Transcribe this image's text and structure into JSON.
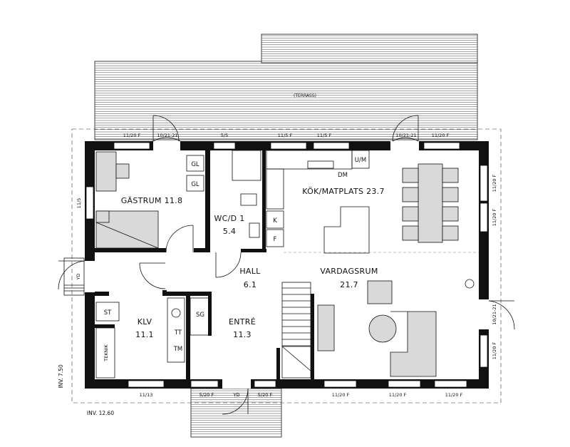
{
  "terrace": {
    "label": "(TERRASS)"
  },
  "rooms": {
    "gastrum": {
      "name": "GÄSTRUM 11.8"
    },
    "wc": {
      "name": "WC/D 1",
      "area": "5.4"
    },
    "kok": {
      "name": "KÖK/MATPLATS 23.7"
    },
    "hall": {
      "name": "HALL",
      "area": "6.1"
    },
    "vardagsrum": {
      "name": "VARDAGSRUM",
      "area": "21.7"
    },
    "klv": {
      "name": "KLV",
      "area": "11.1"
    },
    "entre": {
      "name": "ENTRÉ",
      "area": "11.3"
    }
  },
  "fixtures": {
    "gl_top": "GL",
    "gl_bottom": "GL",
    "um": "U/M",
    "dm": "DM",
    "k": "K",
    "f": "F",
    "st": "ST",
    "sg": "SG",
    "tt": "TT",
    "tm": "TM",
    "teknik": "TEKNIK",
    "yd_side": "YD",
    "yd_front": "YD"
  },
  "windows": {
    "top": [
      "11/20 F",
      "10/21-21",
      "5/5",
      "11/5 F",
      "11/5 F",
      "10/21-21",
      "11/20 F"
    ],
    "left": "11/5",
    "right": [
      "11/20 F",
      "11/20 F",
      "10/21-21",
      "11/20 F"
    ],
    "bottom": [
      "11/13",
      "5/20 F",
      "5/20 F",
      "11/20 F",
      "11/20 F",
      "11/20 F"
    ]
  },
  "levels": {
    "side": "INV. 7.50",
    "bottom": "INV. 12.60"
  }
}
